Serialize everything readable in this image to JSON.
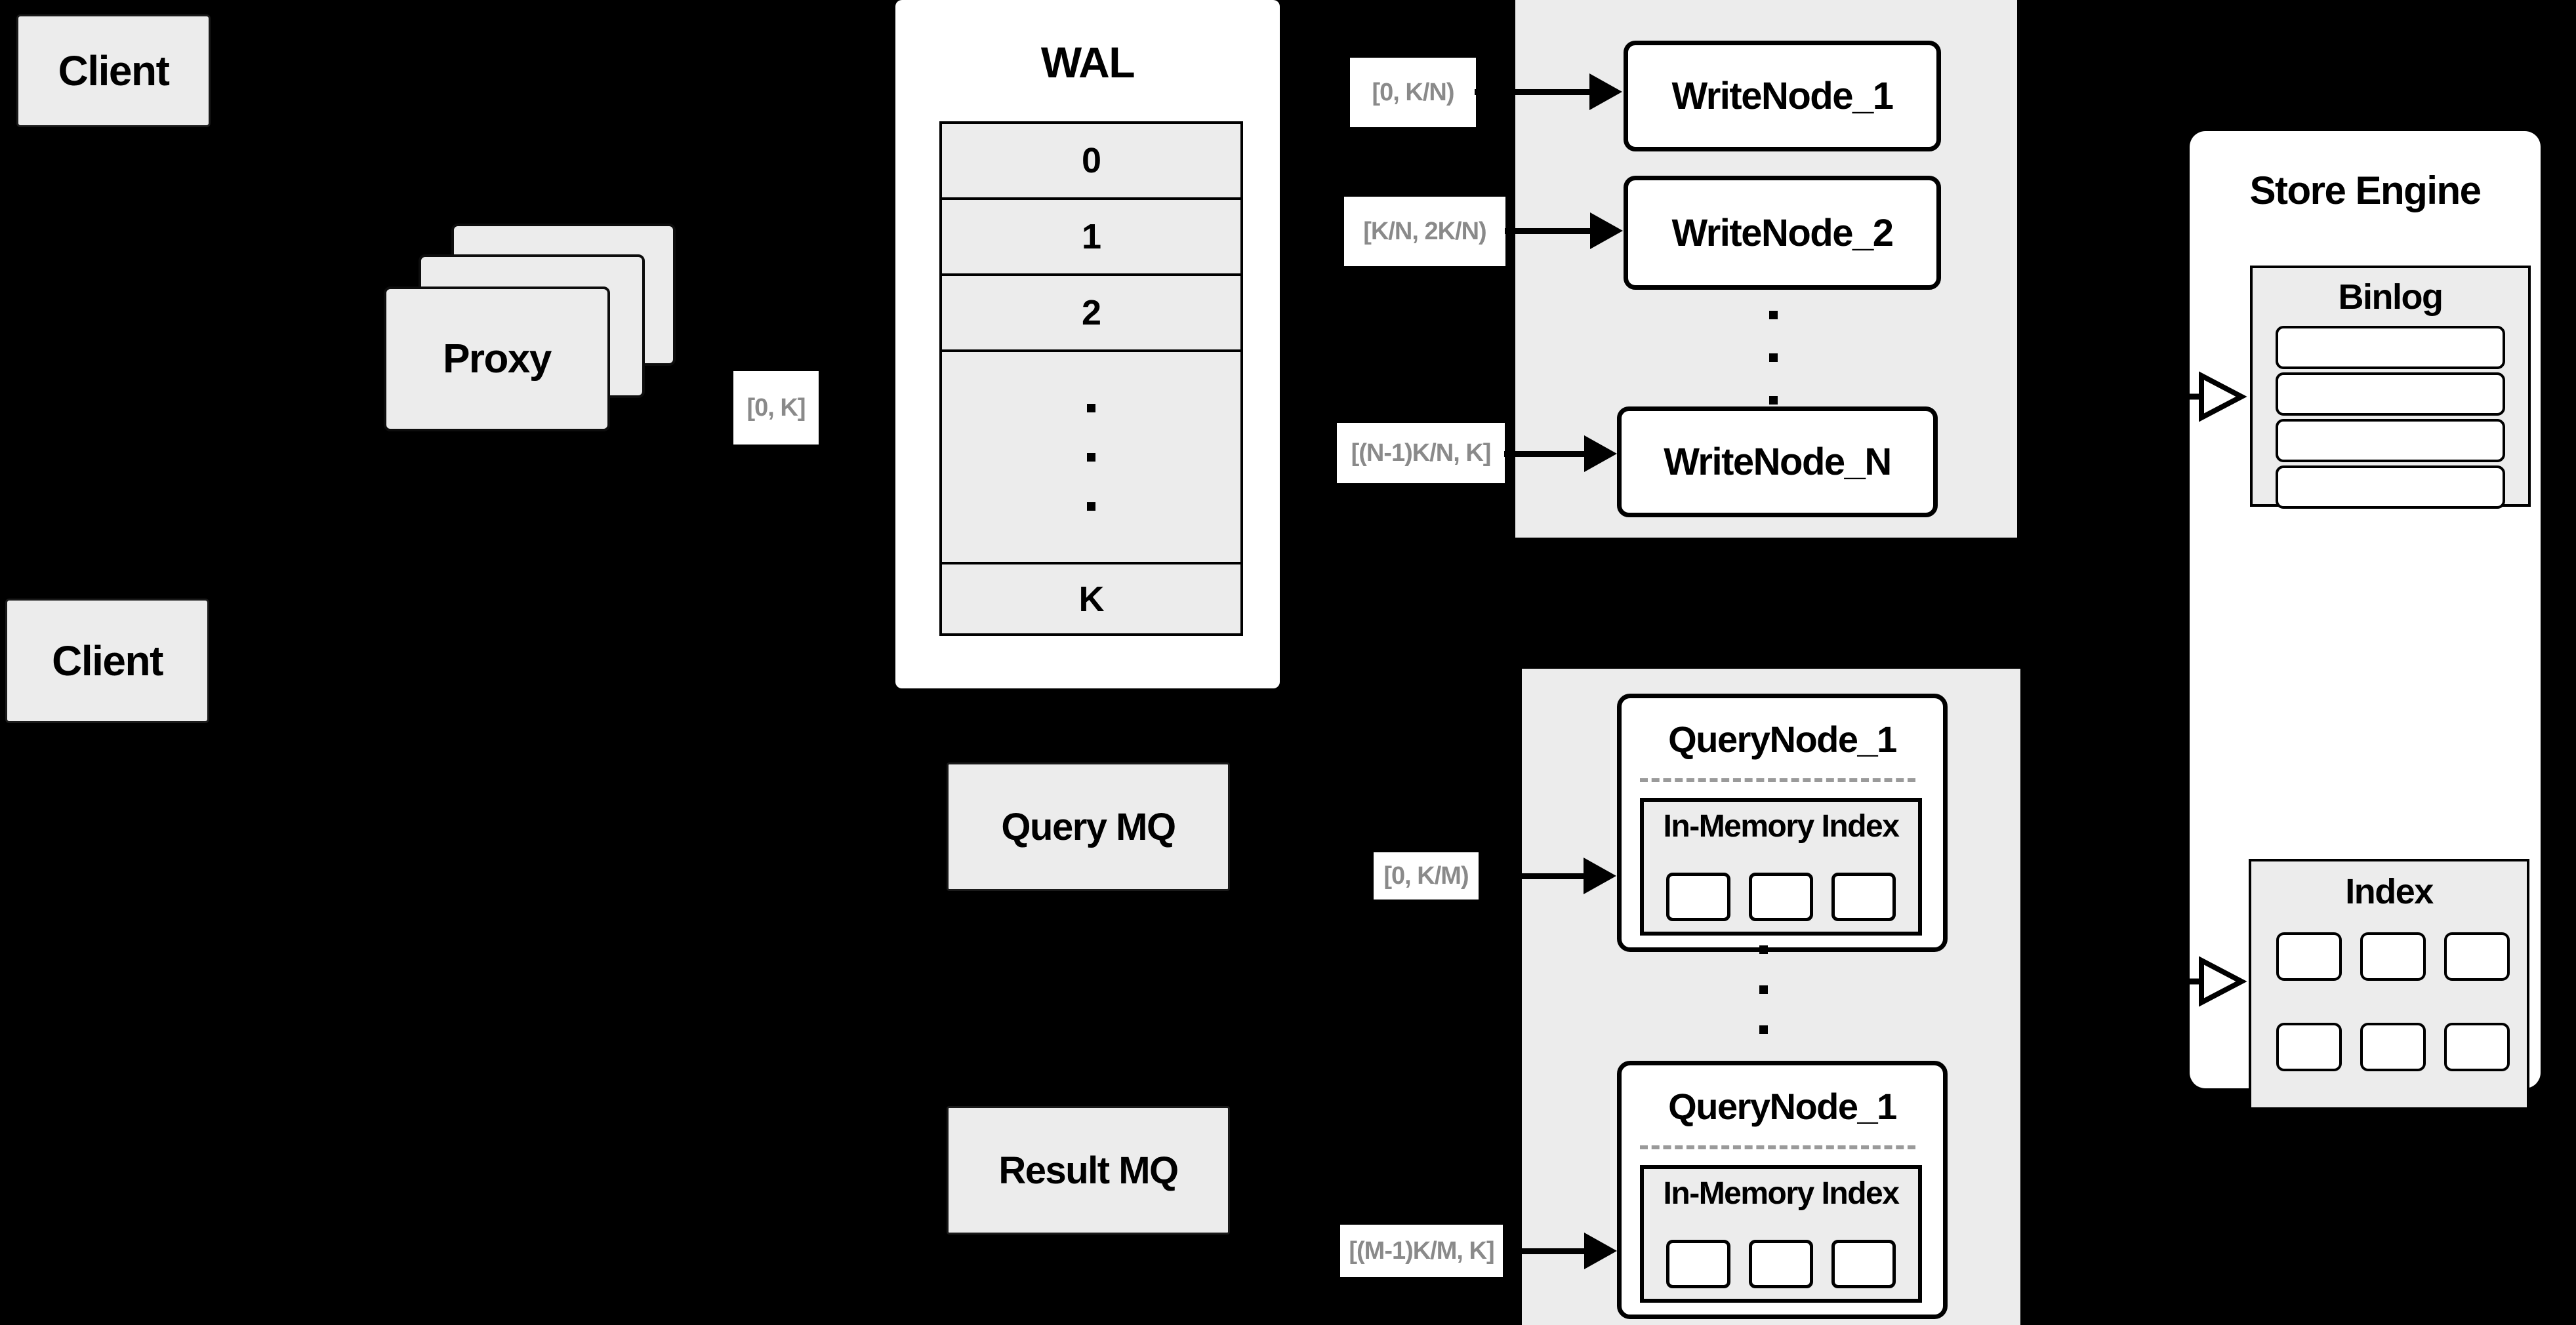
{
  "colors": {
    "background": "#000000",
    "box_fill": "#ececec",
    "node_fill": "#ffffff",
    "border": "#000000",
    "range_label_text": "#8a8a8a"
  },
  "clients": {
    "top": "Client",
    "bottom": "Client"
  },
  "proxy": {
    "label": "Proxy"
  },
  "wal": {
    "title": "WAL",
    "rows": [
      "0",
      "1",
      "2"
    ],
    "last_row": "K"
  },
  "range_labels": {
    "proxy": "[0, K]",
    "write1": "[0, K/N)",
    "write2": "[K/N, 2K/N)",
    "writeN": "[(N-1)K/N, K]",
    "query1": "[0, K/M)",
    "queryM": "[(M-1)K/M, K]"
  },
  "write_nodes": {
    "n1": "WriteNode_1",
    "n2": "WriteNode_2",
    "nN": "WriteNode_N"
  },
  "store_engine": {
    "title": "Store Engine",
    "binlog": "Binlog",
    "index": "Index"
  },
  "mq": {
    "query": "Query MQ",
    "result": "Result MQ"
  },
  "query_nodes": {
    "top": {
      "title": "QueryNode_1",
      "inner": "In-Memory Index"
    },
    "bottom": {
      "title": "QueryNode_1",
      "inner": "In-Memory Index"
    }
  }
}
